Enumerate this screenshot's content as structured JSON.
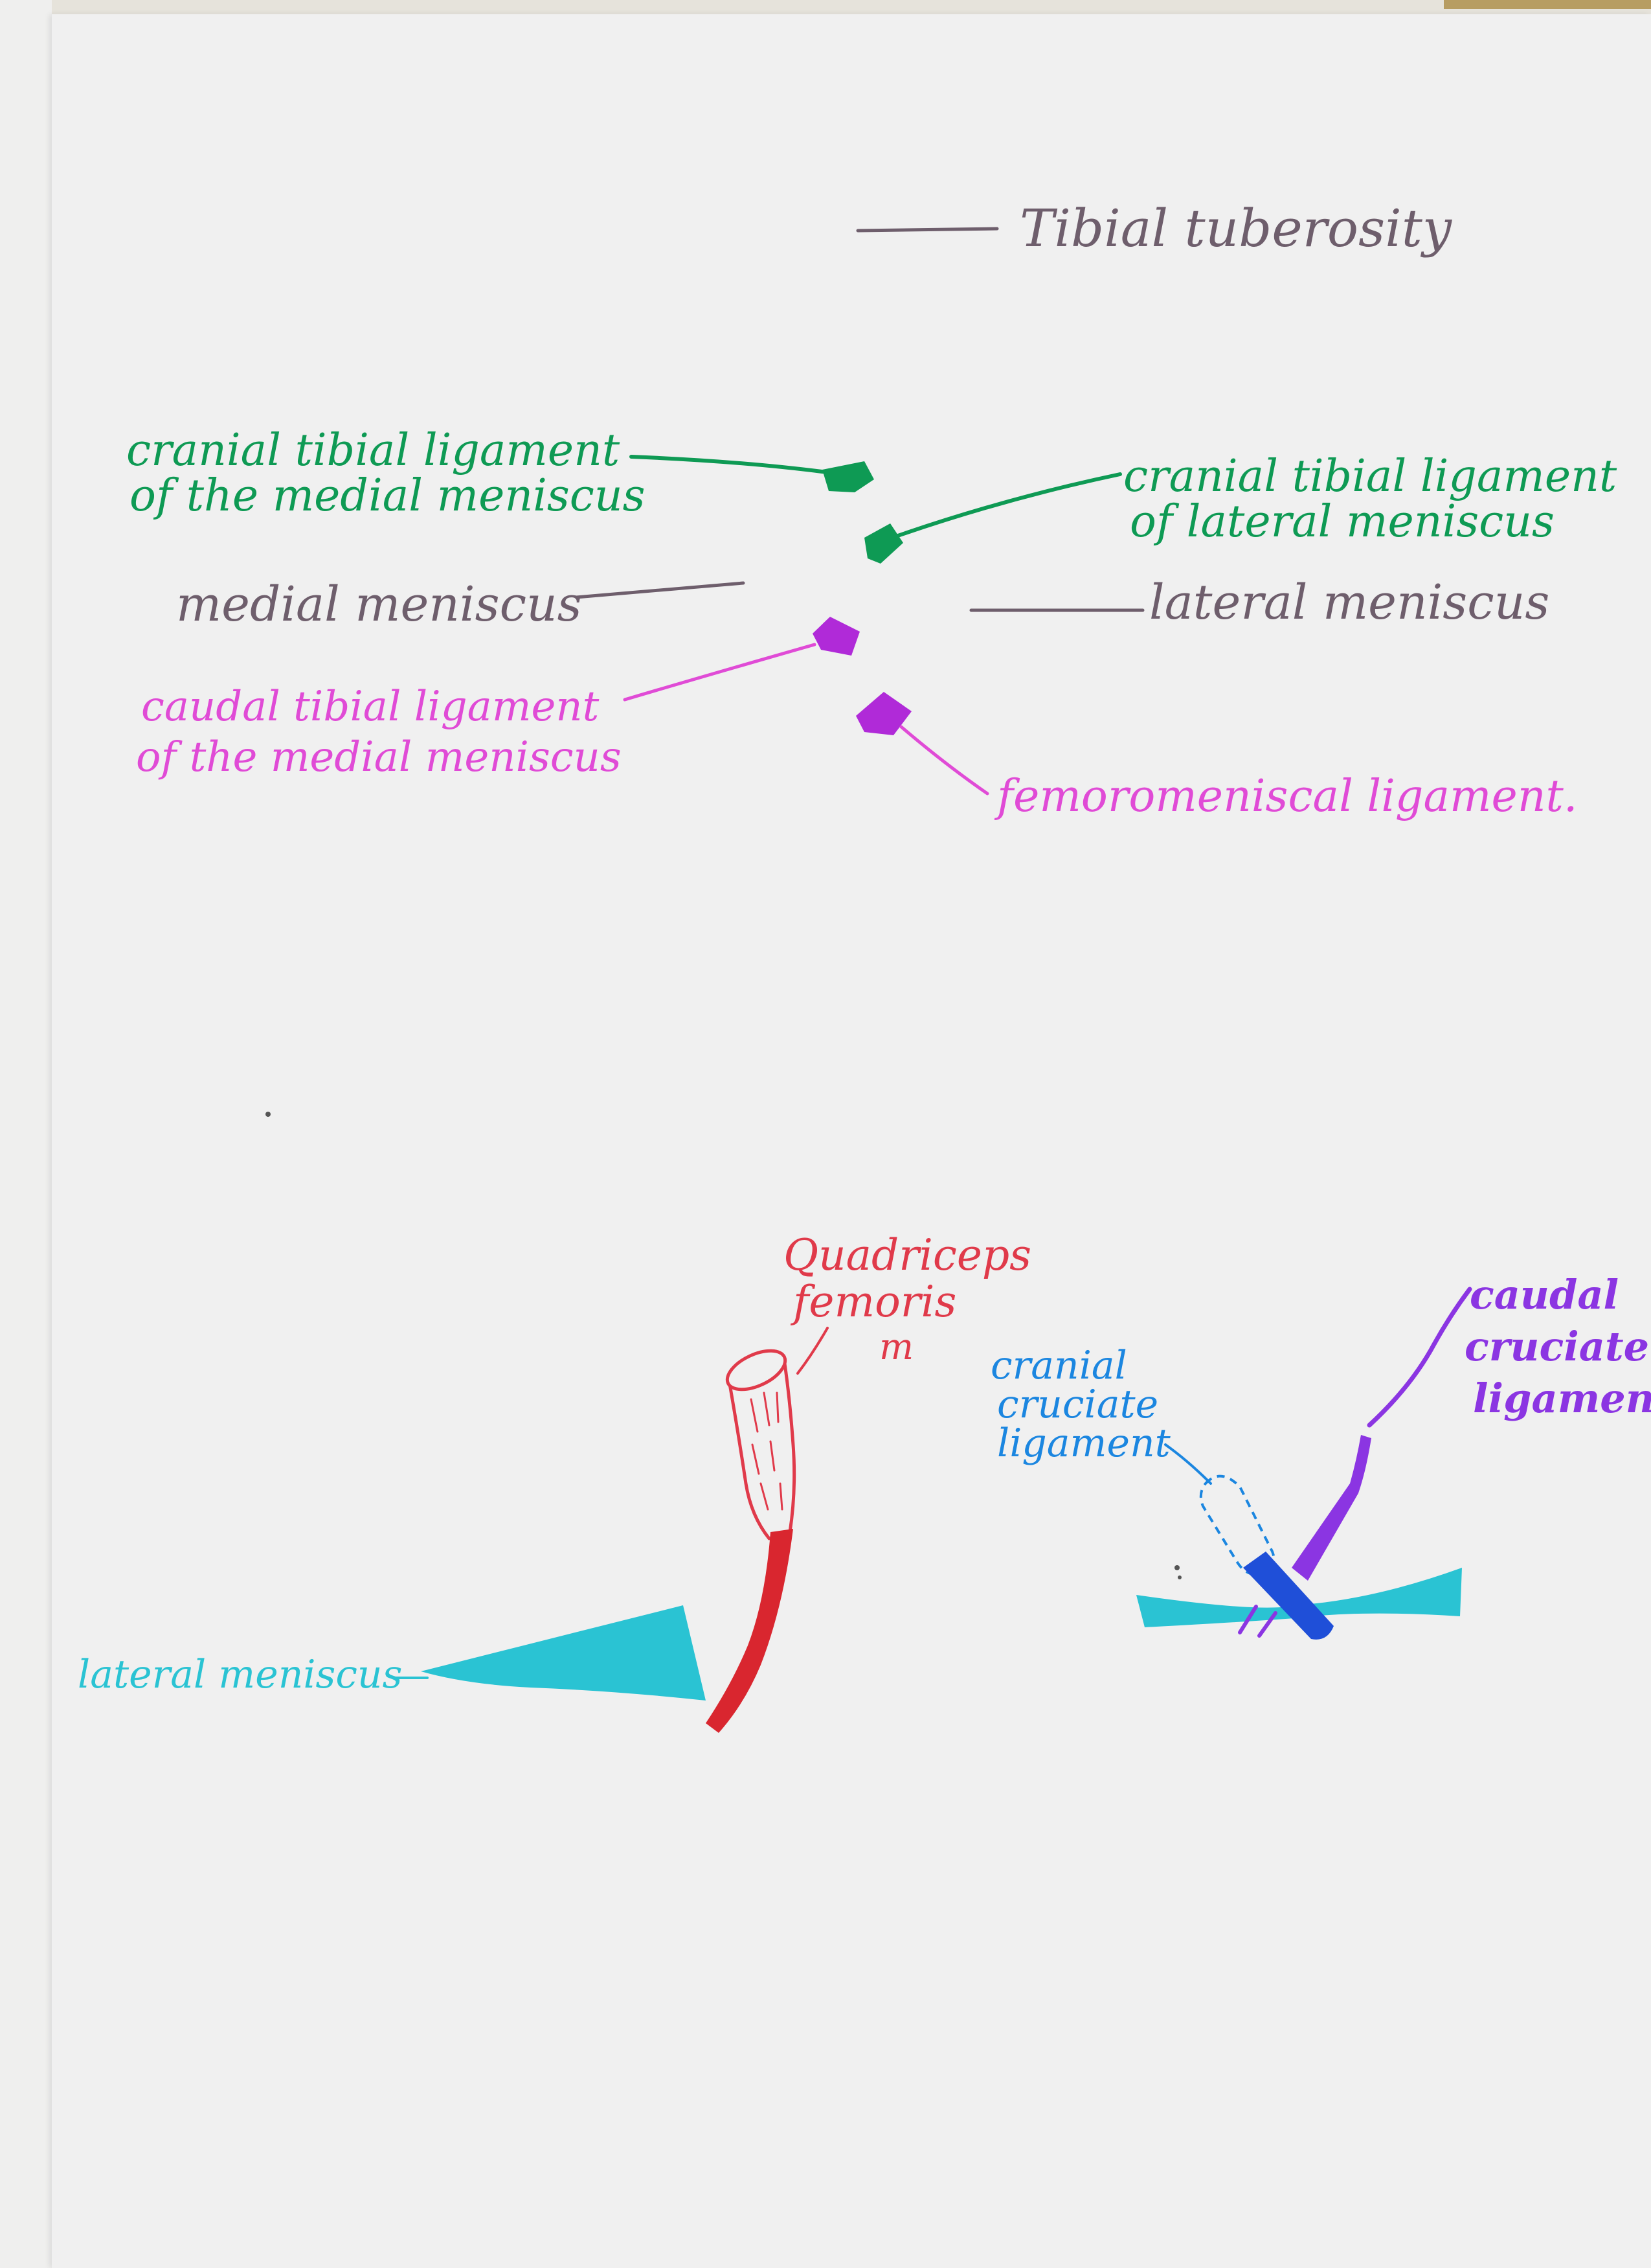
{
  "upper_figure": {
    "labels": {
      "tibial_tuberosity": "Tibial tuberosity",
      "cranial_tibial_medial_line1": "cranial tibial ligament",
      "cranial_tibial_medial_line2": "of the medial meniscus",
      "cranial_tibial_lateral_line1": "cranial tibial ligament",
      "cranial_tibial_lateral_line2": "of lateral meniscus",
      "medial_meniscus": "medial meniscus",
      "lateral_meniscus": "lateral meniscus",
      "caudal_tibial_medial_line1": "caudal tibial ligament",
      "caudal_tibial_medial_line2": "of the medial meniscus",
      "femoromeniscal": "femoromeniscal ligament."
    }
  },
  "lower_left_figure": {
    "labels": {
      "quadriceps_line1": "Quadriceps",
      "quadriceps_line2": "femoris",
      "quadriceps_line3": "m",
      "lateral_meniscus": "lateral meniscus"
    }
  },
  "lower_right_figure": {
    "labels": {
      "cranial_cruciate_line1": "cranial",
      "cranial_cruciate_line2": "cruciate",
      "cranial_cruciate_line3": "ligament",
      "caudal_cruciate_line1": "caudal",
      "caudal_cruciate_line2": "cruciate",
      "caudal_cruciate_line3": "ligament"
    }
  },
  "colors": {
    "grey_ink": "#6e5e6c",
    "green_ink": "#0e9a54",
    "magenta_ink": "#e04bd6",
    "purple_marker": "#b02ad8",
    "red_ink": "#e03a4a",
    "red_marker": "#d9262f",
    "cyan_marker": "#2ac3d3",
    "blue_ink": "#1b86e0",
    "blue_marker": "#1f4fd8",
    "violet_ink": "#8b35e2"
  }
}
